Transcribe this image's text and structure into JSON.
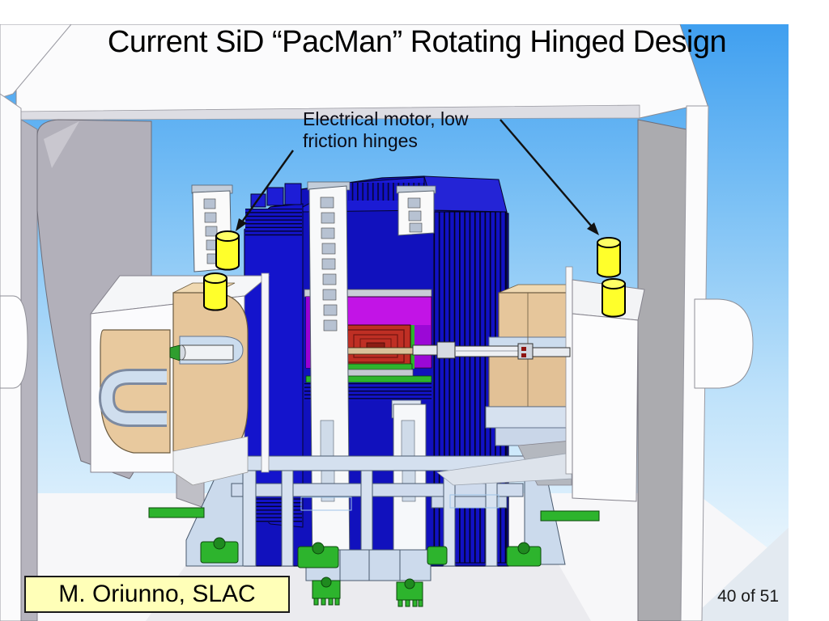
{
  "slide": {
    "title": "Current SiD “PacMan” Rotating Hinged Design",
    "annotation": {
      "line1": "Electrical motor, low",
      "line2": "friction hinges"
    },
    "credit": "M. Oriunno, SLAC",
    "page_indicator": "40 of 51"
  },
  "scene": {
    "kind": "3d-cad-rendering",
    "colors": {
      "sky_top": "#3f9ff0",
      "sky_bottom": "#e9f5fd",
      "hall_white": "#fbfbfc",
      "hall_gray": "#b2b0ba",
      "yoke_blue": "#1313c9",
      "hcal_magenta": "#c214e6",
      "core_red": "#bf2f24",
      "support_green": "#2db42d",
      "platform_blue": "#cbdaec",
      "endcap_tan": "#e7c89d",
      "hinge_yellow": "#ffff2b",
      "credit_bg": "#ffffb8"
    }
  }
}
